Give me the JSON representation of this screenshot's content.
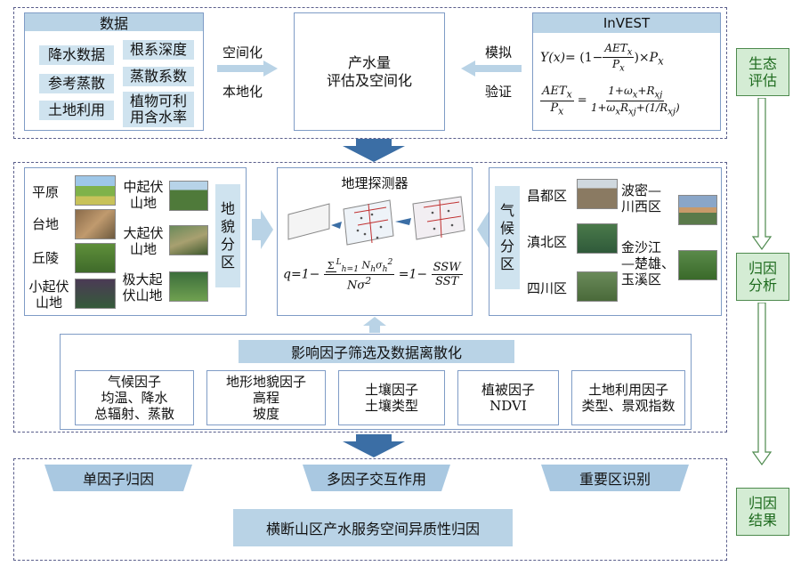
{
  "top": {
    "data_title": "数据",
    "data_items": [
      "降水数据",
      "根系深度",
      "参考蒸散",
      "蒸散系数",
      "土地利用",
      "植物可利\n用含水率"
    ],
    "left_arrow": {
      "upper": "空间化",
      "lower": "本地化"
    },
    "center": "产水量\n评估及空间化",
    "right_arrow": {
      "upper": "模拟",
      "lower": "验证"
    },
    "model_title": "InVEST"
  },
  "middle": {
    "landform_label": "地\n貌\n分\n区",
    "landforms_left": [
      "平原",
      "台地",
      "丘陵",
      "小起伏\n山地"
    ],
    "landforms_right": [
      "中起伏\n山地",
      "大起伏\n山地",
      "极大起\n伏山地"
    ],
    "detector_title": "地理探测器",
    "climate_label": "气\n候\n分\n区",
    "climate_left": [
      "昌都区",
      "滇北区",
      "四川区"
    ],
    "climate_right": [
      "波密—\n川西区",
      "金沙江\n—楚雄、\n玉溪区"
    ],
    "factor_header": "影响因子筛选及数据离散化",
    "factors": [
      "气候因子\n均温、降水\n总辐射、蒸散",
      "地形地貌因子\n高程\n坡度",
      "土壤因子\n土壤类型",
      "植被因子\nNDVI",
      "土地利用因子\n类型、景观指数"
    ]
  },
  "bottom": {
    "items": [
      "单因子归因",
      "多因子交互作用",
      "重要区识别"
    ],
    "result": "横断山区产水服务空间异质性归因"
  },
  "side_labels": [
    "生态\n评估",
    "归因\n分析",
    "归因\n结果"
  ],
  "colors": {
    "box_border": "#7f9cc6",
    "tag_fill": "#cfe3ef",
    "arrow_fill": "#b9d3e6",
    "dark_arrow": "#3b6ea5",
    "side_border": "#4e8a4e"
  }
}
